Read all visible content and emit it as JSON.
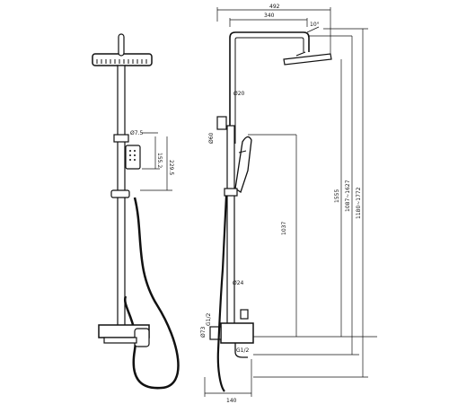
{
  "front_view": {
    "dim_head_dia": "Ø7.5",
    "dim_handle_h": "155.2",
    "dim_holder_h": "229.5"
  },
  "side_view": {
    "dim_total_width": "492",
    "dim_arm_length": "340",
    "dim_head_angle": "10°",
    "dim_arm_dia": "Ø20",
    "dim_bracket_dia": "Ø60",
    "dim_pipe_dia": "Ø24",
    "dim_inlet_thread_1": "G1/2",
    "dim_inlet_thread_2": "G1/2",
    "dim_inlet_size": "Ø73",
    "dim_inlet_depth": "140",
    "dim_height_1": "1037",
    "dim_height_2": "1555",
    "dim_height_3": "1087~1627",
    "dim_height_4": "1180~1772"
  }
}
